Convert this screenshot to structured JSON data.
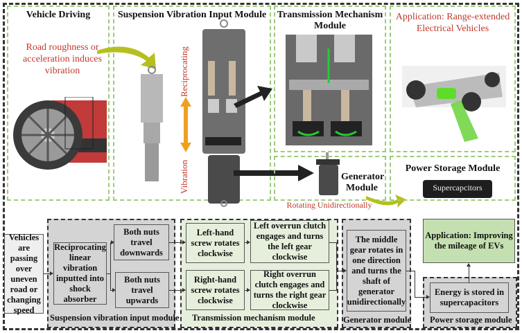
{
  "top": {
    "vehicle_driving": {
      "title": "Vehicle Driving",
      "caption": "Road roughness or acceleration induces vibration"
    },
    "suspension_input": {
      "title": "Suspension Vibration Input Module",
      "label_top": "Reciprocating",
      "label_bottom": "Vibration"
    },
    "transmission": {
      "title": "Transmission Mechanism Module"
    },
    "application": {
      "caption": "Application: Range-extended Electrical Vehicles"
    },
    "generator": {
      "title": "Generator Module",
      "caption": "Rotating Unidirectionally"
    },
    "power_storage": {
      "title": "Power Storage Module",
      "supercap_label": "Supercapcitors"
    }
  },
  "flow": {
    "start": "Vehicles are passing over uneven road or changing speed",
    "input_module": {
      "label": "Suspension vibration input module",
      "main": "Reciprocating linear vibration inputted into shock absorber",
      "down": "Both nuts travel downwards",
      "up": "Both nuts travel upwards"
    },
    "transmission_module": {
      "label": "Transmission mechanism module",
      "left_screw": "Left-hand screw rotates clockwise",
      "left_clutch": "Left overrun clutch engages and turns the left gear clockwise",
      "right_screw": "Right-hand screw rotates clockwise",
      "right_clutch": "Right overrun clutch engages and turns the right gear clockwise"
    },
    "generator_module": {
      "label": "Generator module",
      "text": "The middle gear rotates in one direction and turns the shaft of generator unidirectionally"
    },
    "application": "Application: Improving the mileage of EVs",
    "storage_module": {
      "label": "Power storage module",
      "text": "Energy is stored in supercapacitors"
    }
  },
  "colors": {
    "panel_green_dash": "#9ccb7a",
    "caption_red": "#c0392b",
    "box_gray": "#d4d4d4",
    "box_green": "#e6efdc",
    "box_app_green": "#c5e0b0",
    "arrow_orange": "#f0a020",
    "arrow_olive": "#b5c020"
  }
}
